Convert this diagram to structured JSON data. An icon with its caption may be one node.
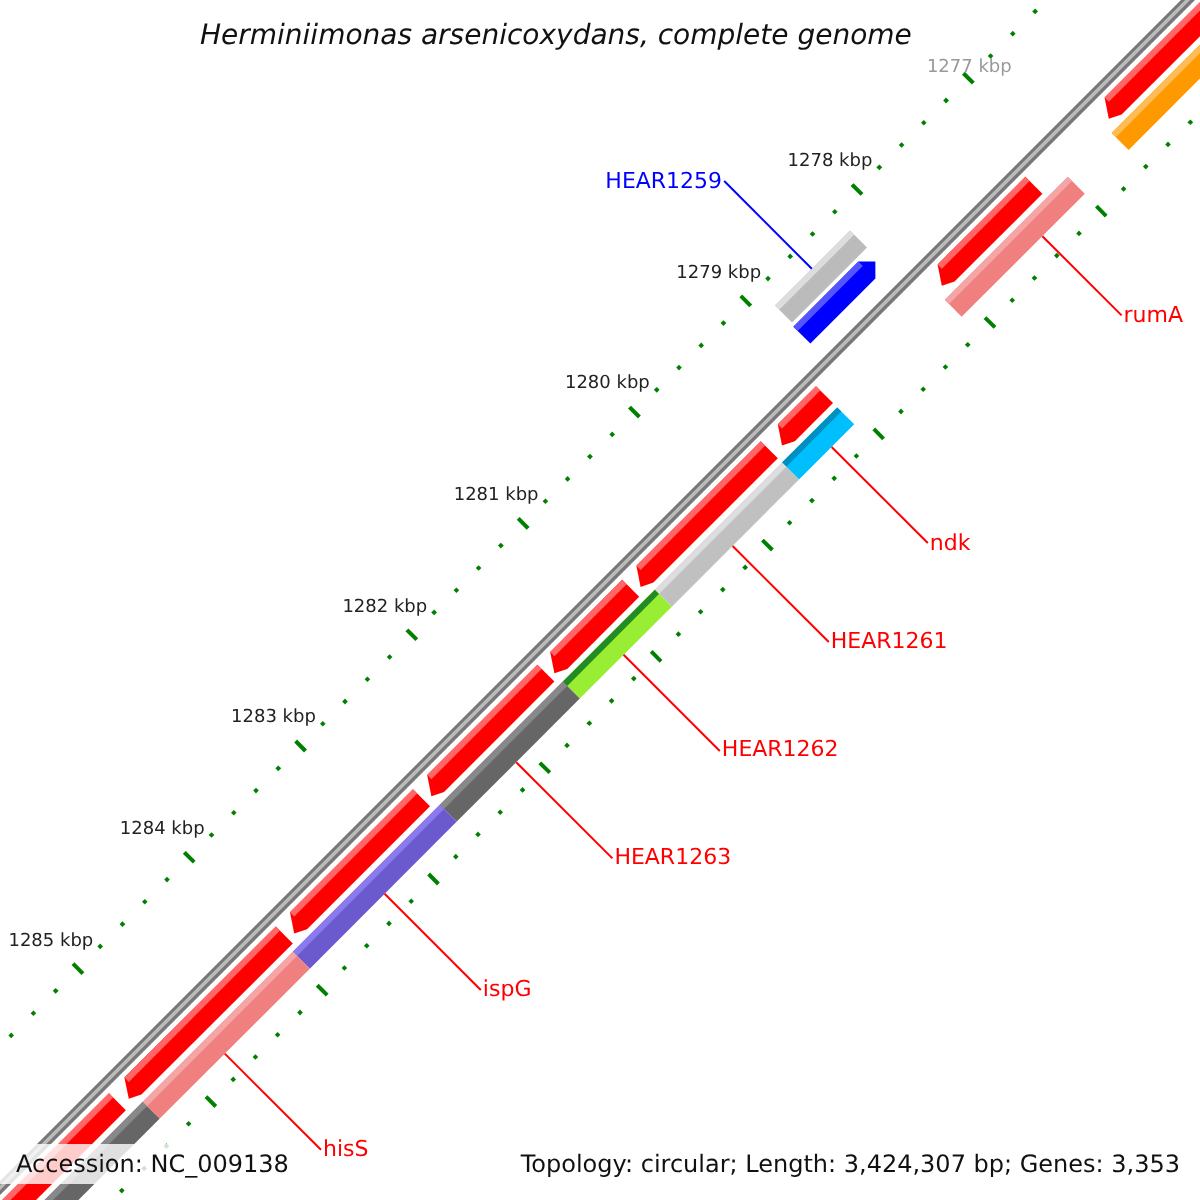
{
  "diagram": {
    "title": "Herminiimonas arsenicoxydans, complete genome",
    "nodes": [
      {
        "text": [
          "HEAR1259"
        ]
      },
      {
        "text": [],
        "shape": "bar"
      },
      {
        "text": [
          "rumA"
        ]
      },
      {
        "text": [],
        "shape": "bar"
      },
      {
        "text": [
          "ndk"
        ]
      },
      {
        "text": [],
        "shape": "bar"
      },
      {
        "text": [
          "HEAR1261"
        ]
      },
      {
        "text": [],
        "shape": "bar"
      },
      {
        "text": [
          "HEAR1262"
        ]
      },
      {
        "text": [],
        "shape": "bar"
      },
      {
        "text": [
          "HEAR1263"
        ]
      },
      {
        "text": [],
        "shape": "bar"
      },
      {
        "text": [
          "ispG"
        ]
      },
      {
        "text": [],
        "shape": "bar"
      },
      {
        "text": [
          "hisS"
        ]
      },
      {
        "text": [],
        "shape": "bar"
      }
    ],
    "edges": [
      {
        "from": 0,
        "to": 1,
        "arrow": "none",
        "color": "#0000ff"
      },
      {
        "from": 2,
        "to": 3,
        "arrow": "none"
      },
      {
        "from": 4,
        "to": 5,
        "arrow": "none"
      },
      {
        "from": 6,
        "to": 7,
        "arrow": "none"
      },
      {
        "from": 8,
        "to": 9,
        "arrow": "none"
      },
      {
        "from": 10,
        "to": 11,
        "arrow": "none"
      },
      {
        "from": 12,
        "to": 13,
        "arrow": "none"
      },
      {
        "from": 14,
        "to": 15,
        "arrow": "none"
      }
    ],
    "labels": [
      "1277 kbp",
      "1278 kbp",
      "1279 kbp",
      "1280 kbp",
      "1281 kbp",
      "1282 kbp",
      "1283 kbp",
      "1284 kbp",
      "1285 kbp",
      "Accession: NC_009138",
      "Topology: circular; Length: 3,424,307 bp; Genes: 3,353"
    ]
  }
}
